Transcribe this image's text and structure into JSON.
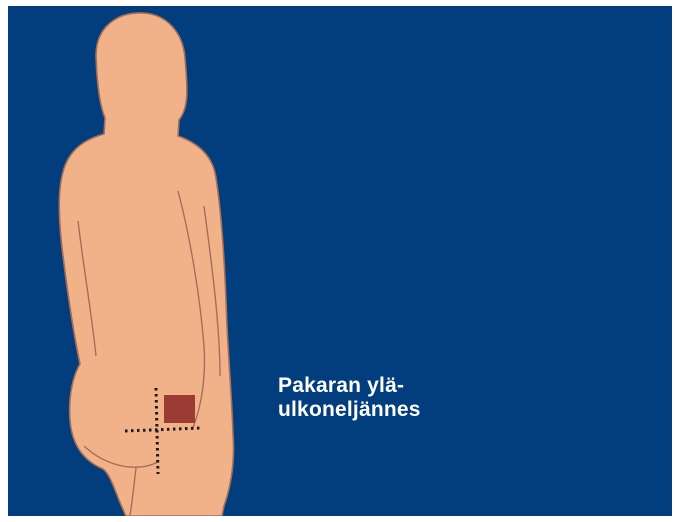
{
  "caption": {
    "line1": "Pakaran ylä-",
    "line2": "ulkoneljännes"
  },
  "colors": {
    "background": "#023d7e",
    "skin": "#f2b289",
    "outline": "#a56f57",
    "injection_site": "#9b3b34",
    "guide_lines": "#1b1b1b",
    "caption_text": "#ffffff"
  },
  "figure": {
    "subject": "person-from-behind",
    "site_marker": "upper-outer-quadrant-of-buttock"
  }
}
